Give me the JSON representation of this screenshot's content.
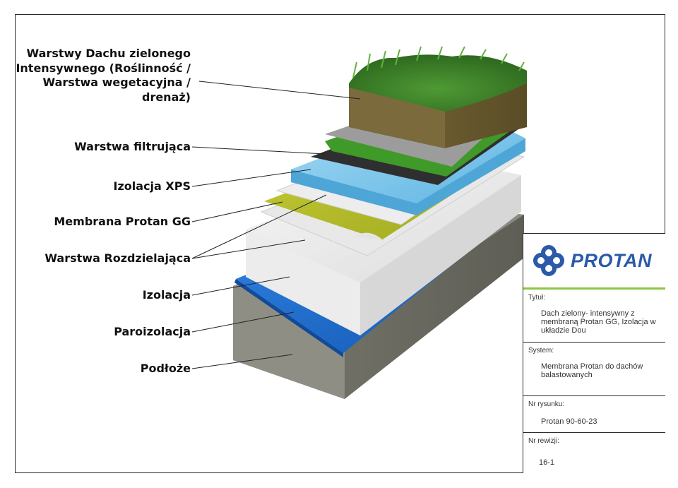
{
  "diagram": {
    "labels": {
      "green_roof": "Warstwy Dachu zielonego Intensywnego (Roślinność / Warstwa wegetacyjna / drenaż)",
      "filter": "Warstwa filtrująca",
      "xps": "Izolacja XPS",
      "membrane": "Membrana Protan GG",
      "separation": "Warstwa Rozdzielająca",
      "insulation": "Izolacja",
      "vapor": "Paroizolacja",
      "substrate": "Podłoże"
    },
    "colors": {
      "grass": "#3f7d2a",
      "soil": "#6b5a2e",
      "filter": "#9a9a9a",
      "drainage": "#3f9a2a",
      "dark_membrane": "#3a3a3a",
      "xps": "#7ec8ee",
      "membrane_gg": "#b8c12a",
      "separation": "#e6e6e6",
      "insulation": "#efefef",
      "vapor": "#1e6fd0",
      "concrete": "#8a8a80",
      "brand_blue": "#2a5aa8",
      "brand_green": "#8dc63f"
    }
  },
  "title_block": {
    "logo": {
      "text": "PROTAN",
      "icon": "protan-knot-icon"
    },
    "title_key": "Tytuł:",
    "title_value": "Dach zielony- intensywny z membraną Protan GG, Izolacja w układzie Dou",
    "system_key": "System:",
    "system_value": "Membrana Protan do dachów balastowanych",
    "drawing_key": "Nr rysunku:",
    "drawing_value": "Protan 90-60-23",
    "revision_key": "Nr rewizji:",
    "revision_value": "16-1"
  }
}
